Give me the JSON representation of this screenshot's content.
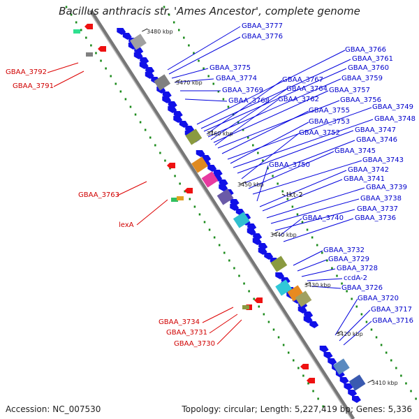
{
  "title": "Bacillus anthracis str. 'Ames Ancestor', complete genome",
  "accession": "Accession: NC_007530",
  "summary": "Topology: circular; Length: 5,227,419 bp; Genes: 5,336",
  "colors": {
    "backbone": "#777777",
    "forward_gene": "#0000ee",
    "reverse_gene": "#ee0000",
    "forward_label": "#0000cc",
    "reverse_label": "#d00000",
    "gc_dots": "#1a8a1a"
  },
  "ruler_ticks": [
    "3480 kbp",
    "3470 kbp",
    "3460 kbp",
    "3450 kbp",
    "3440 kbp",
    "3430 kbp",
    "3420 kbp",
    "3410 kbp"
  ],
  "forward_labels": [
    "GBAA_3777",
    "GBAA_3776",
    "GBAA_3775",
    "GBAA_3774",
    "GBAA_3769",
    "GBAA_3768",
    "GBAA_3766",
    "GBAA_3761",
    "GBAA_3760",
    "GBAA_3767",
    "GBAA_3759",
    "GBAA_3764",
    "GBAA_3757",
    "GBAA_3762",
    "GBAA_3756",
    "GBAA_3755",
    "GBAA_3749",
    "GBAA_3753",
    "GBAA_3748",
    "GBAA_3747",
    "GBAA_3752",
    "GBAA_3746",
    "GBAA_3745",
    "GBAA_3743",
    "GBAA_3750",
    "GBAA_3742",
    "GBAA_3741",
    "GBAA_3739",
    "GBAA_3738",
    "GBAA_3737",
    "GBAA_3740",
    "GBAA_3736",
    "GBAA_3732",
    "GBAA_3729",
    "GBAA_3728",
    "ccdA-2",
    "GBAA_3726",
    "GBAA_3720",
    "GBAA_3717",
    "GBAA_3716"
  ],
  "other_labels": [
    "tkt-2"
  ],
  "reverse_labels": [
    "GBAA_3792",
    "GBAA_3791",
    "GBAA_3763",
    "lexA",
    "GBAA_3734",
    "GBAA_3731",
    "GBAA_3730"
  ]
}
